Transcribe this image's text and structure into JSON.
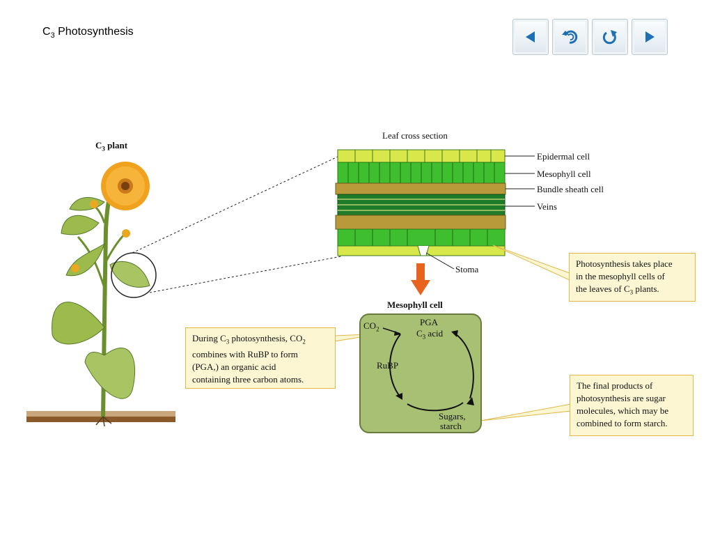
{
  "title": {
    "pre": "C",
    "sub": "3",
    "post": " Photosynthesis"
  },
  "nav": {
    "prev": "previous-icon",
    "back": "return-icon",
    "replay": "replay-icon",
    "next": "next-icon"
  },
  "diagram": {
    "plant_heading": {
      "pre": "C",
      "sub": "3",
      "post": " plant"
    },
    "leaf_title": "Leaf cross section",
    "epidermal": "Epidermal cell",
    "mesophyll": "Mesophyll cell",
    "bundle_sheath": "Bundle sheath cell",
    "veins": "Veins",
    "stoma": "Stoma",
    "mesophyll_heading": "Mesophyll cell",
    "co2": {
      "pre": "CO",
      "sub": "2"
    },
    "pga": "PGA",
    "c3acid": {
      "pre": "C",
      "sub": "3",
      "post": " acid"
    },
    "rubp": "RuBP",
    "sugars": "Sugars,",
    "starch": "starch"
  },
  "callouts": {
    "mesophyll_box": {
      "line1": "Photosynthesis takes place",
      "line2": "in the mesophyll cells of",
      "line3_pre": "the leaves of C",
      "line3_sub": "3",
      "line3_post": "  plants."
    },
    "during_box": {
      "line1_pre": "During C",
      "line1_sub": "3",
      "line1_mid": " photosynthesis, CO",
      "line1_sub2": "2",
      "line2": "combines with RuBP  to form",
      "line3": "(PGA,) an organic acid",
      "line4": "containing three carbon atoms."
    },
    "final_box": {
      "line1": "The final products of",
      "line2": "photosynthesis are sugar",
      "line3": "molecules, which may be",
      "line4": "combined to form starch."
    }
  },
  "colors": {
    "box_fill": "#fdf6d2",
    "box_border": "#e0b84a",
    "cell_green": "#3fbf2f",
    "sheath": "#b89a3a",
    "arrow_orange": "#e8641e"
  }
}
